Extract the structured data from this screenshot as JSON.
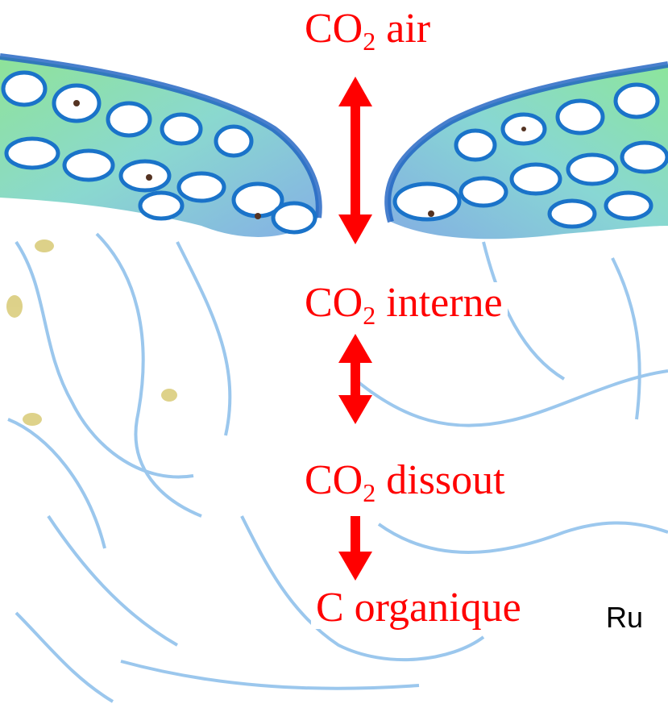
{
  "diagram": {
    "nodes": [
      {
        "id": "co2-air",
        "main": "CO",
        "sub": "2",
        "rest": " air"
      },
      {
        "id": "co2-interne",
        "main": "CO",
        "sub": "2",
        "rest": " interne"
      },
      {
        "id": "co2-dissout",
        "main": "CO",
        "sub": "2",
        "rest": " dissout"
      },
      {
        "id": "c-organique",
        "main": "C organique",
        "sub": "",
        "rest": ""
      }
    ],
    "edges": [
      {
        "from": "co2-air",
        "to": "co2-interne",
        "direction": "both"
      },
      {
        "from": "co2-interne",
        "to": "co2-dissout",
        "direction": "both"
      },
      {
        "from": "co2-dissout",
        "to": "c-organique",
        "direction": "forward"
      }
    ],
    "citation": "Ru",
    "colors": {
      "label": "#ff0000",
      "arrow": "#ff0000",
      "cell_outline": "#1a73c9",
      "cell_fill_green": "#33cc33",
      "background": "#ffffff"
    }
  }
}
